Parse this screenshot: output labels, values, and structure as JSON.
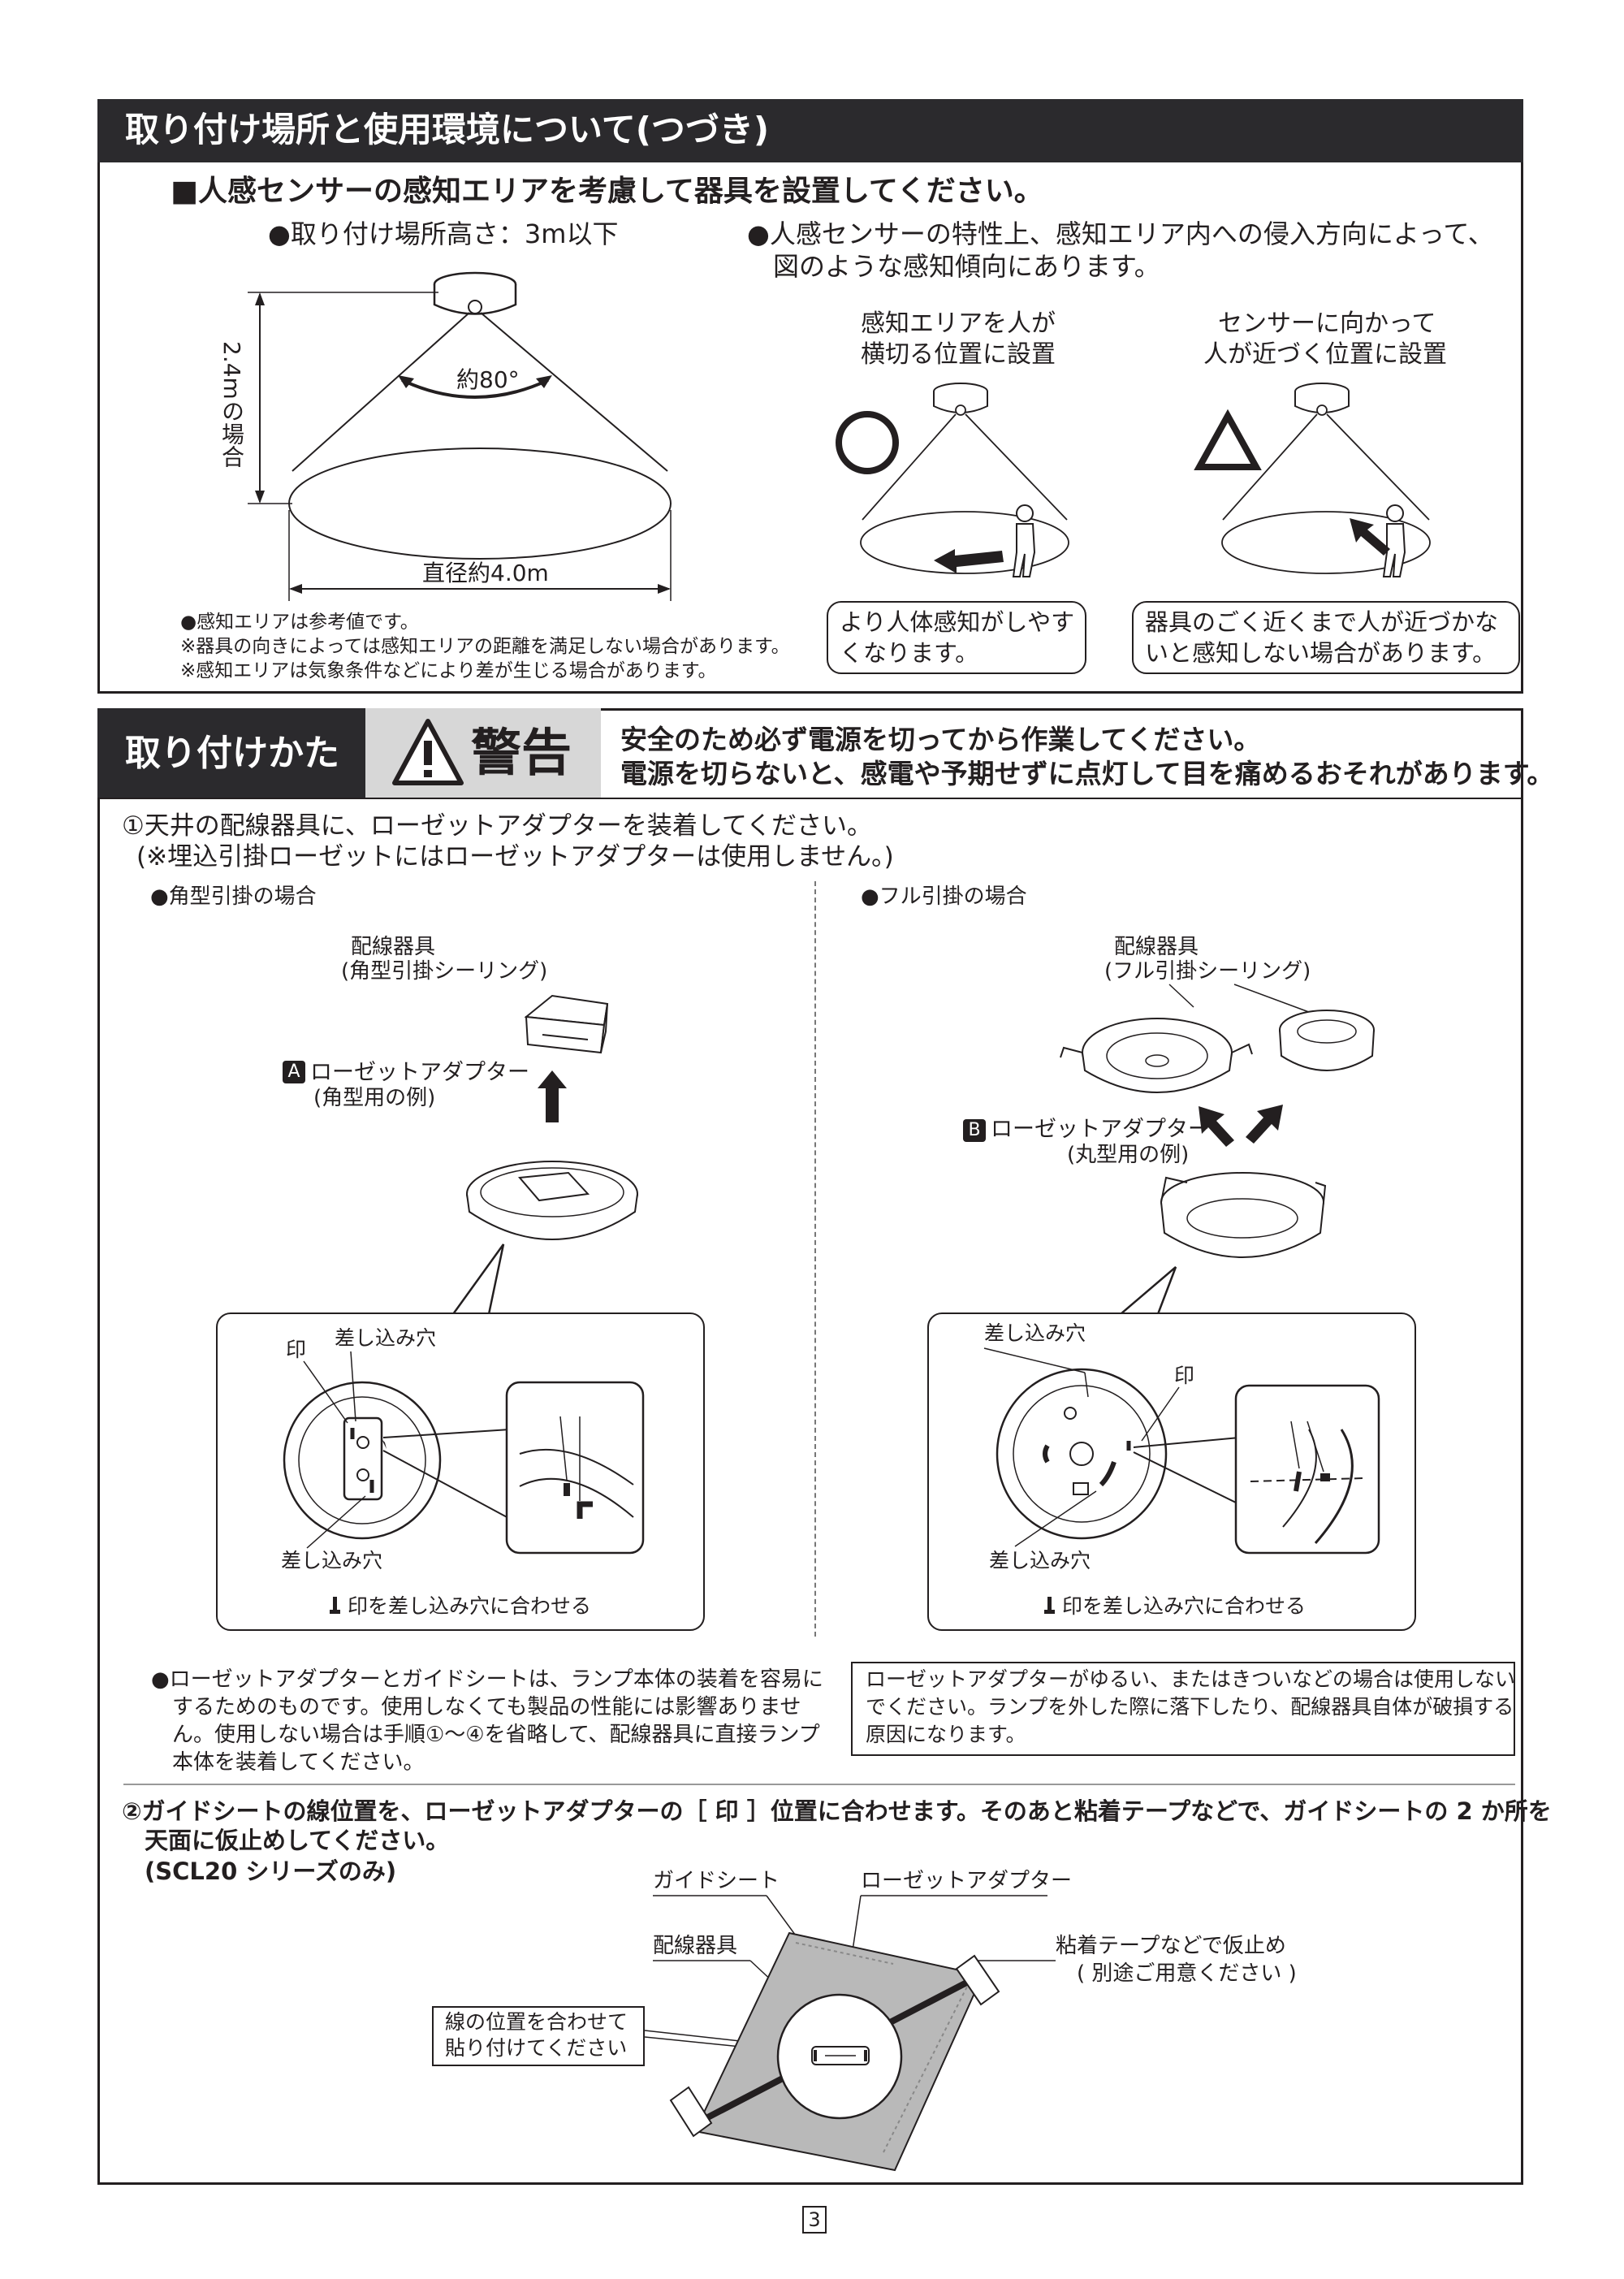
{
  "section1": {
    "title": "取り付け場所と使用環境について(つづき)",
    "heading": "■人感センサーの感知エリアを考慮して器具を設置してください。",
    "height_note": "●取り付け場所高さ：3m以下",
    "tendency_line1": "●人感センサーの特性上、感知エリア内への侵入方向によって、",
    "tendency_line2": "図のような感知傾向にあります。",
    "diagram": {
      "height_label": "2.4mの場合",
      "angle_label": "約80°",
      "diameter_label": "直径約4.0m"
    },
    "notes": [
      "●感知エリアは参考値です。",
      "※器具の向きによっては感知エリアの距離を満足しない場合があります。",
      "※感知エリアは気象条件などにより差が生じる場合があります。"
    ],
    "case_good": {
      "label_line1": "感知エリアを人が",
      "label_line2": "横切る位置に設置",
      "mark": "○",
      "box_line1": "より人体感知がしやす",
      "box_line2": "くなります。"
    },
    "case_fair": {
      "label_line1": "センサーに向かって",
      "label_line2": "人が近づく位置に設置",
      "mark": "△",
      "box_line1": "器具のごく近くまで人が近づかな",
      "box_line2": "いと感知しない場合があります。"
    }
  },
  "section2": {
    "title": "取り付けかた",
    "warning_label": "警告",
    "warning_line1": "安全のため必ず電源を切ってから作業してください。",
    "warning_line2": "電源を切らないと、感電や予期せずに点灯して目を痛めるおそれがあります。",
    "step1_line1": "①天井の配線器具に、ローゼットアダプターを装着してください。",
    "step1_line2": "(※埋込引掛ローゼットにはローゼットアダプターは使用しません。)",
    "left": {
      "case": "●角型引掛の場合",
      "fixture_line1": "配線器具",
      "fixture_line2": "(角型引掛シーリング)",
      "adapter_badge": "A",
      "adapter_label": "ローゼットアダプター",
      "adapter_sub": "(角型用の例)",
      "detail": {
        "mark": "印",
        "hole_top": "差し込み穴",
        "hole_bottom": "差し込み穴",
        "align": "合わせる",
        "caption": "印を差し込み穴に合わせる"
      }
    },
    "right": {
      "case": "●フル引掛の場合",
      "fixture_line1": "配線器具",
      "fixture_line2": "(フル引掛シーリング)",
      "adapter_badge": "B",
      "adapter_label": "ローゼットアダプター",
      "adapter_sub": "(丸型用の例)",
      "detail": {
        "mark": "印",
        "hole_top": "差し込み穴",
        "hole_bottom": "差し込み穴",
        "align": "合わせる",
        "caption": "印を差し込み穴に合わせる"
      }
    },
    "note_left": [
      "●ローゼットアダプターとガイドシートは、ランプ本体の装着を容易に",
      "するためのものです。使用しなくても製品の性能には影響ありませ",
      "ん。使用しない場合は手順①～④を省略して、配線器具に直接ランプ",
      "本体を装着してください。"
    ],
    "note_right": [
      "ローゼットアダプターがゆるい、またはきついなどの場合は使用しない",
      "でください。ランプを外した際に落下したり、配線器具自体が破損する",
      "原因になります。"
    ],
    "step2_line1": "②ガイドシートの線位置を、ローゼットアダプターの［ 印 ］位置に合わせます。そのあと粘着テープなどで、ガイドシートの 2 か所を",
    "step2_line2": "天面に仮止めしてください。",
    "step2_line3": "(SCL20 シリーズのみ)",
    "guide": {
      "guide_sheet": "ガイドシート",
      "rosette_adapter": "ローゼットアダプター",
      "fixture": "配線器具",
      "tape_line1": "粘着テープなどで仮止め",
      "tape_line2": "( 別途ご用意ください )",
      "align_line1": "線の位置を合わせて",
      "align_line2": "貼り付けてください"
    }
  },
  "page_number": "3"
}
